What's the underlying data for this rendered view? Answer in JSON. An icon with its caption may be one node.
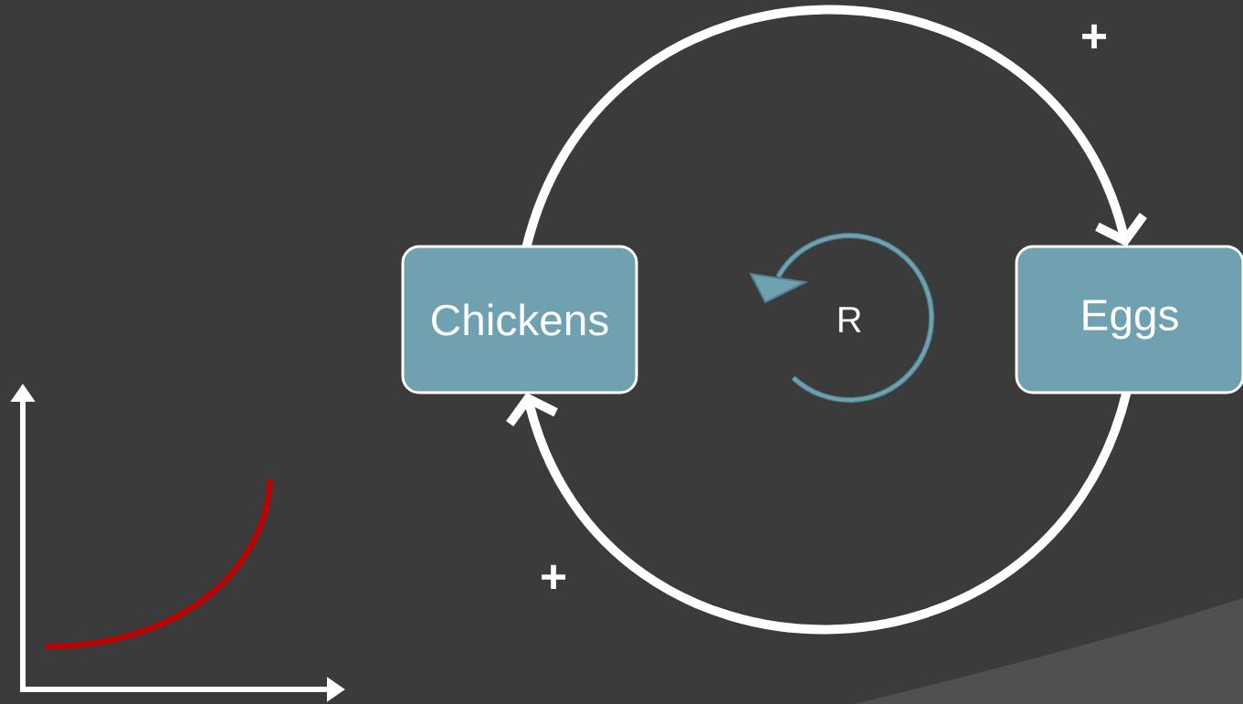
{
  "diagram": {
    "nodes": [
      {
        "text": [
          "Chickens"
        ]
      },
      {
        "text": [
          "Eggs"
        ]
      }
    ],
    "edges": [
      {
        "from": 0,
        "to": 1,
        "arrow": "to",
        "label": "+"
      },
      {
        "from": 1,
        "to": 0,
        "arrow": "to",
        "label": "+"
      }
    ],
    "labels": [
      "R"
    ]
  }
}
